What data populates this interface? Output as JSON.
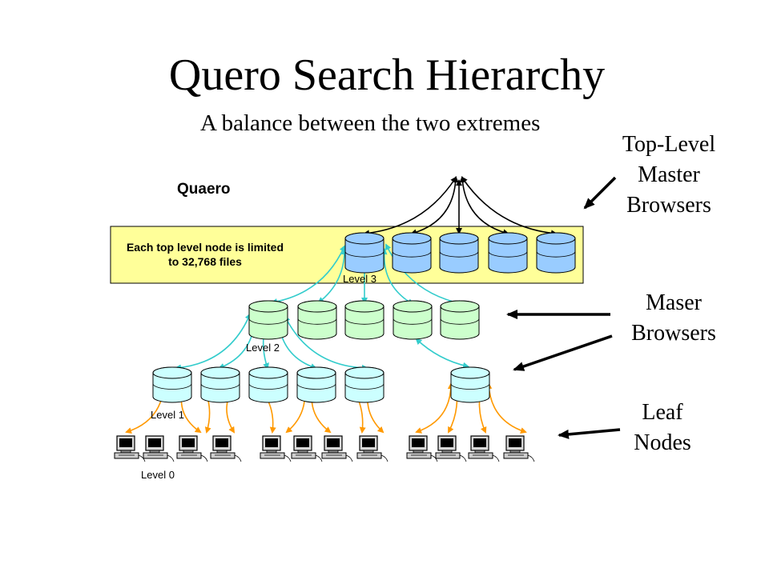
{
  "title": "Quero Search Hierarchy",
  "subtitle": "A balance between the two extremes",
  "labels": {
    "top_level": [
      "Top-Level",
      "Master",
      "Browsers"
    ],
    "master": [
      "Maser",
      "Browsers"
    ],
    "leaf": [
      "Leaf",
      "Nodes"
    ]
  },
  "diagram": {
    "name": "Quaero",
    "note_line1": "Each top level node is limited",
    "note_line2": "to 32,768 files",
    "level3": "Level 3",
    "level2": "Level 2",
    "level1": "Level 1",
    "level0": "Level 0"
  },
  "colors": {
    "band": "#ffff99",
    "level3_node": "#99ccff",
    "level2_node": "#ccffcc",
    "level1_node": "#ccffff",
    "teal_arrow": "#33cccc",
    "orange_arrow": "#ff9900"
  }
}
